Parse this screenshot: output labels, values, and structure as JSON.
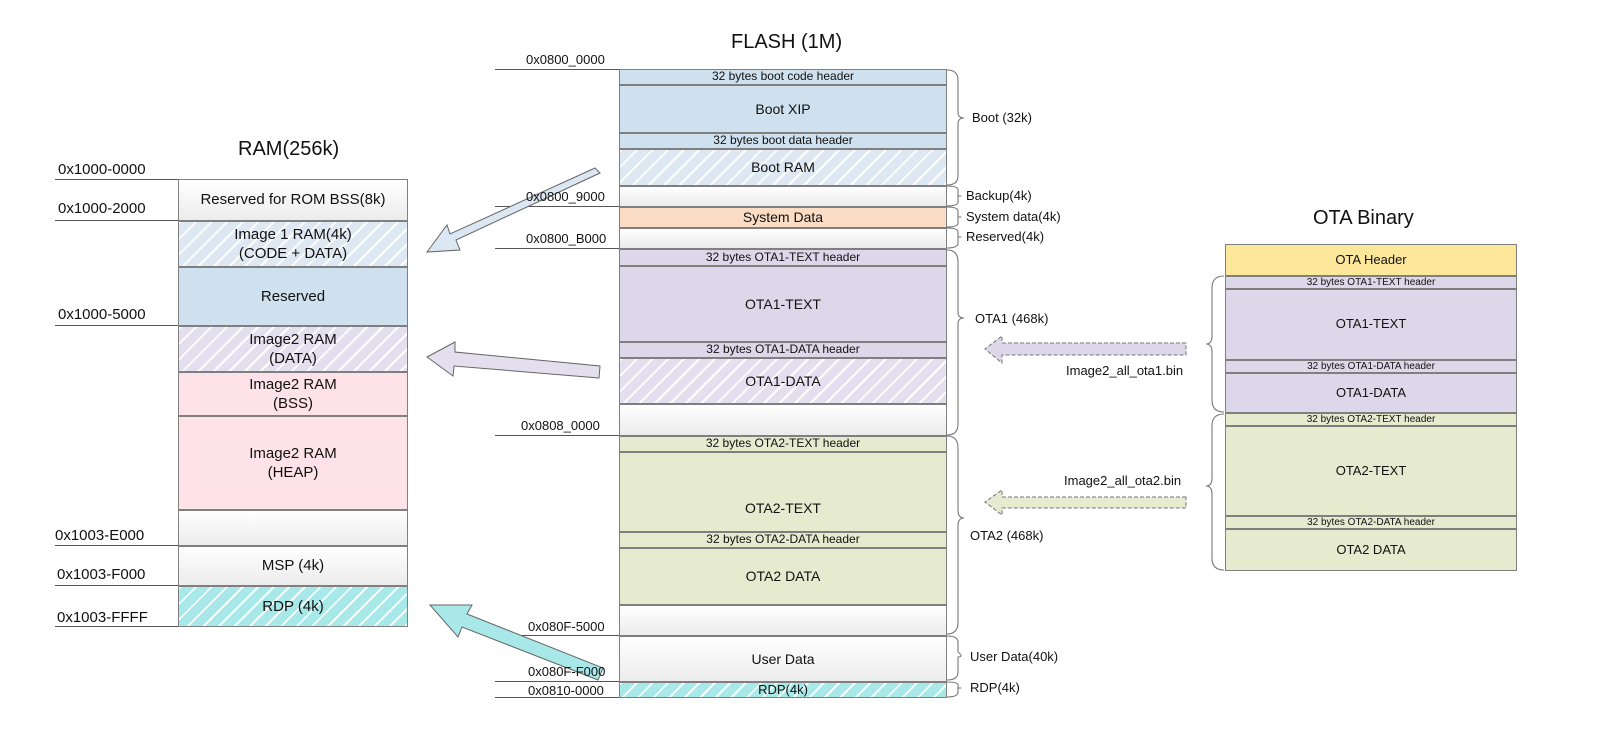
{
  "ram": {
    "title": "RAM(256k)",
    "blocks": [
      {
        "lines": [
          "Reserved for ROM BSS(8k)"
        ]
      },
      {
        "lines": [
          "Image 1 RAM(4k)",
          "(CODE + DATA)"
        ]
      },
      {
        "lines": [
          "Reserved"
        ]
      },
      {
        "lines": [
          "Image2 RAM",
          "(DATA)"
        ]
      },
      {
        "lines": [
          "Image2 RAM",
          "(BSS)"
        ]
      },
      {
        "lines": [
          "Image2 RAM",
          "(HEAP)"
        ]
      },
      {
        "lines": [
          ""
        ]
      },
      {
        "lines": [
          "MSP (4k)"
        ]
      },
      {
        "lines": [
          "RDP (4k)"
        ]
      }
    ],
    "addresses": [
      "0x1000-0000",
      "0x1000-2000",
      "0x1000-5000",
      "0x1003-E000",
      "0x1003-F000",
      "0x1003-FFFF"
    ]
  },
  "flash": {
    "title": "FLASH (1M)",
    "blocks": [
      {
        "label": "32 bytes boot code header"
      },
      {
        "label": "Boot XIP"
      },
      {
        "label": "32 bytes boot data header"
      },
      {
        "label": "Boot RAM"
      },
      {
        "label": ""
      },
      {
        "label": "System Data"
      },
      {
        "label": ""
      },
      {
        "label": "32 bytes OTA1-TEXT header"
      },
      {
        "label": "OTA1-TEXT"
      },
      {
        "label": "32 bytes OTA1-DATA header"
      },
      {
        "label": "OTA1-DATA"
      },
      {
        "label": ""
      },
      {
        "label": "32 bytes OTA2-TEXT header"
      },
      {
        "label": "OTA2-TEXT"
      },
      {
        "label": "32 bytes OTA2-DATA header"
      },
      {
        "label": "OTA2 DATA"
      },
      {
        "label": ""
      },
      {
        "label": "User Data"
      },
      {
        "label": "RDP(4k)"
      }
    ],
    "addresses": [
      "0x0800_0000",
      "0x0800_9000",
      "0x0800_B000",
      "0x0808_0000",
      "0x080F-5000",
      "0x080F-F000",
      "0x0810-0000"
    ],
    "regions": [
      "Boot (32k)",
      "Backup(4k)",
      "System data(4k)",
      "Reserved(4k)",
      "OTA1 (468k)",
      "OTA2 (468k)",
      "User Data(40k)",
      "RDP(4k)"
    ]
  },
  "ota": {
    "title": "OTA Binary",
    "blocks": [
      {
        "label": "OTA Header"
      },
      {
        "label": "32 bytes OTA1-TEXT header"
      },
      {
        "label": "OTA1-TEXT"
      },
      {
        "label": "32 bytes OTA1-DATA header"
      },
      {
        "label": "OTA1-DATA"
      },
      {
        "label": "32 bytes OTA2-TEXT header"
      },
      {
        "label": "OTA2-TEXT"
      },
      {
        "label": "32 bytes OTA2-DATA header"
      },
      {
        "label": "OTA2 DATA"
      }
    ],
    "files": [
      "Image2_all_ota1.bin",
      "Image2_all_ota2.bin"
    ]
  },
  "colors": {
    "blue": "#cfe0ee",
    "lavender": "#ddd7ea",
    "pink": "#fde2ea",
    "cyan": "#a9e8e8",
    "orange": "#fbdcc4",
    "green": "#e6eacf",
    "yellow": "#fde79a",
    "outline": "#7f7f7f"
  }
}
